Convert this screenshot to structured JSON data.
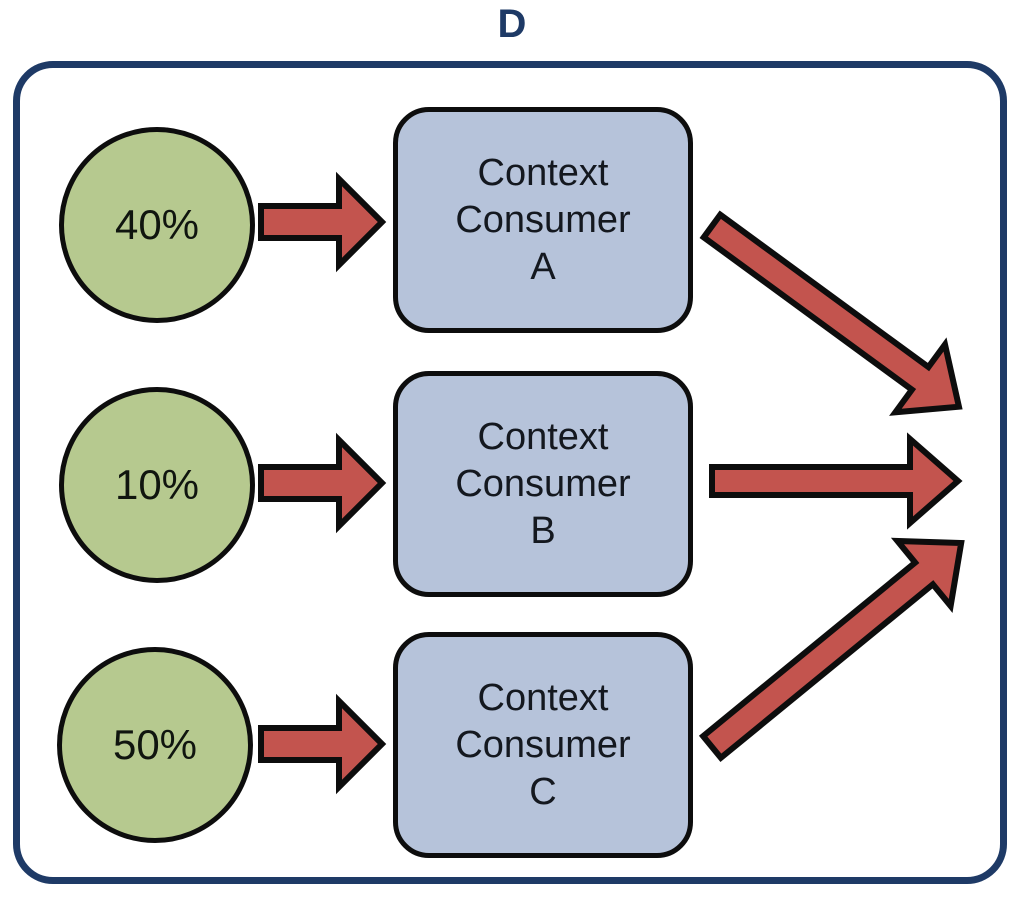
{
  "title": "D",
  "colors": {
    "frame_and_title": "#1e3a66",
    "source_circle_fill": "#b6c98f",
    "consumer_box_fill": "#b6c3da",
    "arrow_fill": "#c3544e",
    "outline": "#0d0d0d",
    "box_text": "#14181f"
  },
  "sources": [
    {
      "label": "40%"
    },
    {
      "label": "10%"
    },
    {
      "label": "50%"
    }
  ],
  "consumers": [
    {
      "lines": [
        "Context",
        "Consumer",
        "A"
      ]
    },
    {
      "lines": [
        "Context",
        "Consumer",
        "B"
      ]
    },
    {
      "lines": [
        "Context",
        "Consumer",
        "C"
      ]
    }
  ],
  "connections": [
    {
      "from": "source-40",
      "to": "consumer-A"
    },
    {
      "from": "source-10",
      "to": "consumer-B"
    },
    {
      "from": "source-50",
      "to": "consumer-C"
    },
    {
      "from": "consumer-A",
      "to": "convergence-right"
    },
    {
      "from": "consumer-B",
      "to": "convergence-right"
    },
    {
      "from": "consumer-C",
      "to": "convergence-right"
    }
  ]
}
